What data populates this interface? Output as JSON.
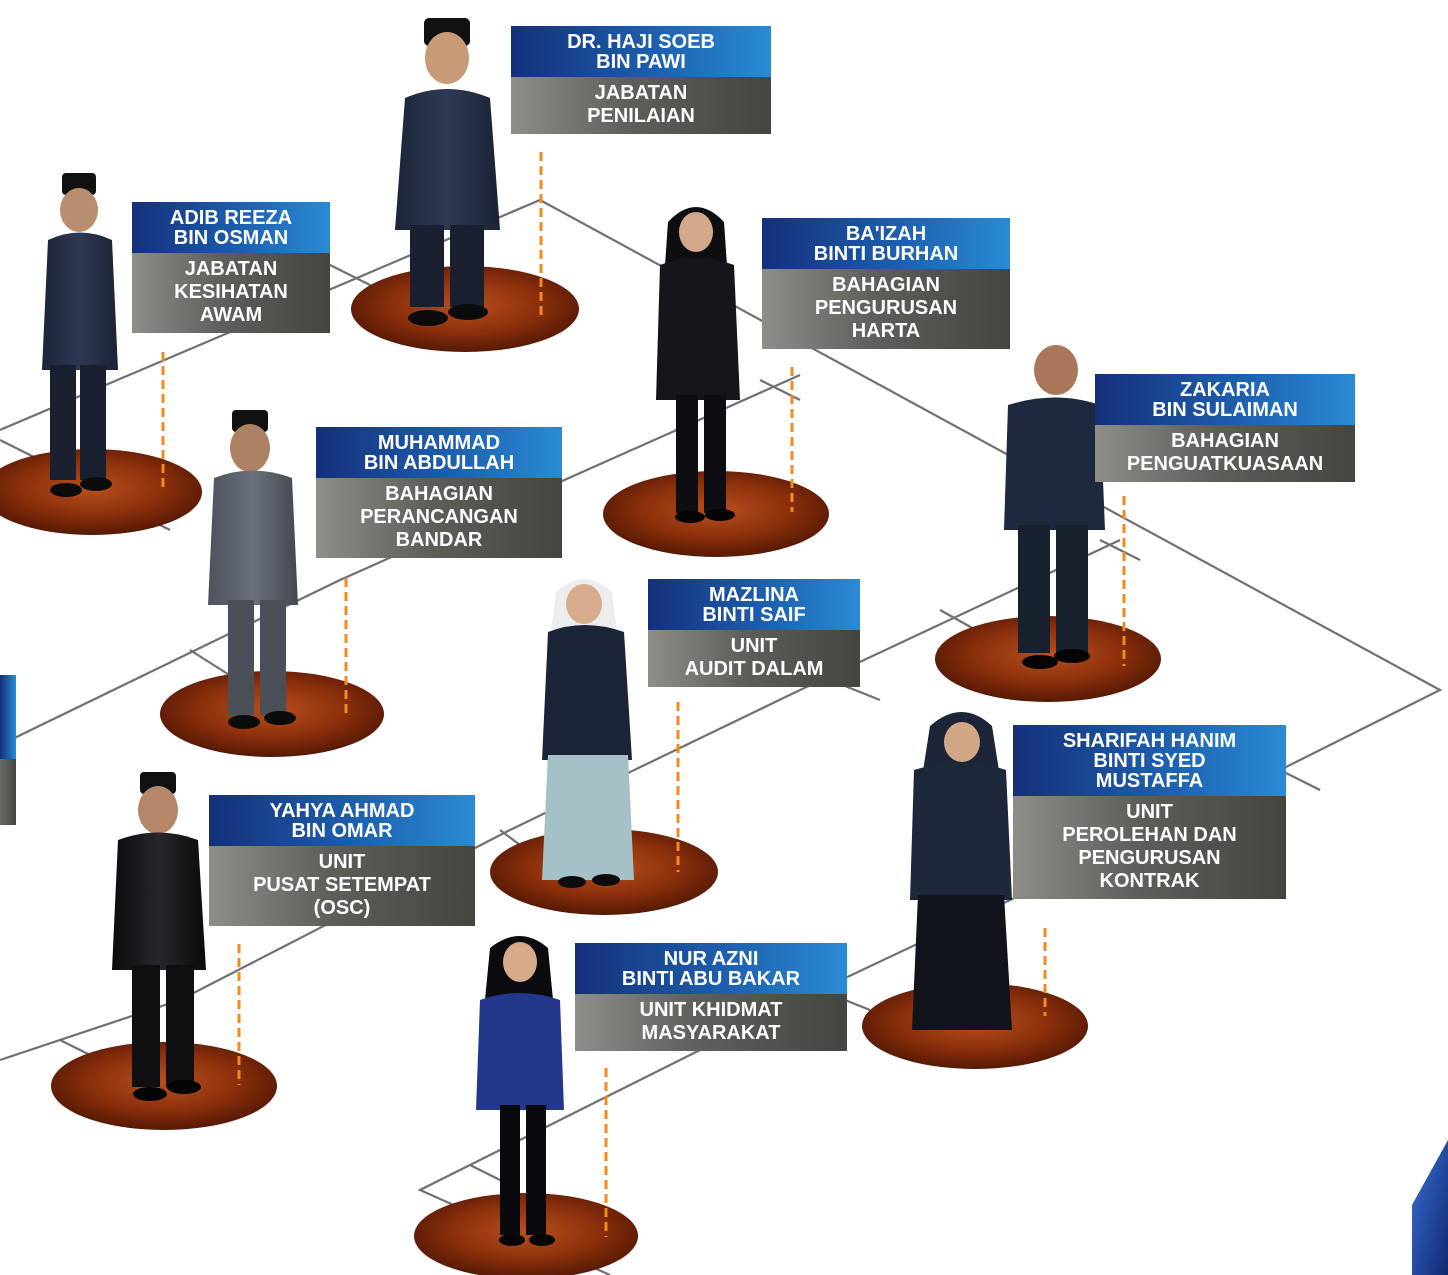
{
  "colors": {
    "name_band": "#1d5fae",
    "dept_band": "#5a5a55",
    "platform": "#8a2f0c",
    "leader_line": "#f28a1f",
    "network_line": "#6e6e6e",
    "corner_accent": "#1d3c8f"
  },
  "members": [
    {
      "id": "soeb",
      "name": "DR. HAJI SOEB\nBIN PAWI",
      "dept": "JABATAN\nPENILAIAN"
    },
    {
      "id": "adib",
      "name": "ADIB REEZA\nBIN OSMAN",
      "dept": "JABATAN\nKESIHATAN\nAWAM"
    },
    {
      "id": "baizah",
      "name": "BA'IZAH\nBINTI BURHAN",
      "dept": "BAHAGIAN\nPENGURUSAN\nHARTA"
    },
    {
      "id": "zakaria",
      "name": "ZAKARIA\nBIN SULAIMAN",
      "dept": "BAHAGIAN\nPENGUATKUASAAN"
    },
    {
      "id": "muhammad",
      "name": "MUHAMMAD\nBIN ABDULLAH",
      "dept": "BAHAGIAN\nPERANCANGAN\nBANDAR"
    },
    {
      "id": "mazlina",
      "name": "MAZLINA\nBINTI SAIF",
      "dept": "UNIT\nAUDIT DALAM"
    },
    {
      "id": "sharifah",
      "name": "SHARIFAH HANIM\nBINTI SYED\nMUSTAFFA",
      "dept": "UNIT\nPEROLEHAN DAN\nPENGURUSAN\nKONTRAK"
    },
    {
      "id": "yahya",
      "name": "YAHYA AHMAD\nBIN OMAR",
      "dept": "UNIT\nPUSAT SETEMPAT\n(OSC)"
    },
    {
      "id": "nurazni",
      "name": "NUR AZNI\nBINTI ABU BAKAR",
      "dept": "UNIT KHIDMAT\nMASYARAKAT"
    }
  ]
}
